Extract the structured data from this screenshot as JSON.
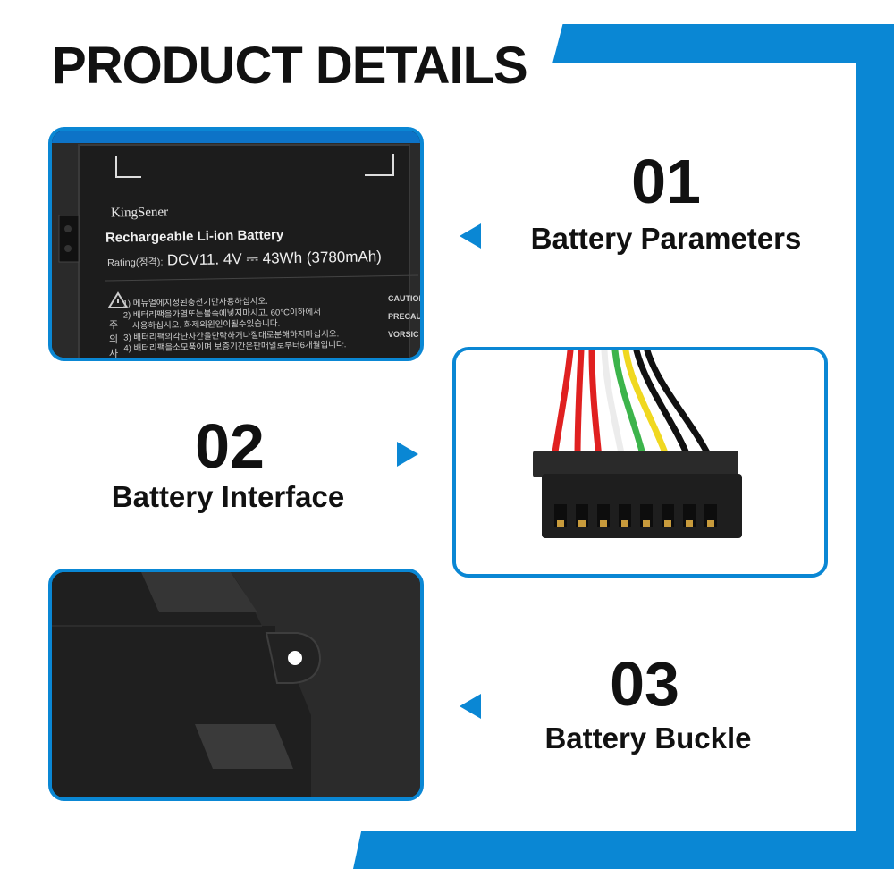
{
  "heading": "PRODUCT DETAILS",
  "accent_color": "#0a87d4",
  "sections": [
    {
      "number": "01",
      "title": "Battery Parameters"
    },
    {
      "number": "02",
      "title": "Battery Interface"
    },
    {
      "number": "03",
      "title": "Battery Buckle"
    }
  ],
  "battery_label": {
    "brand": "KingSener",
    "type": "Rechargeable Li-ion Battery",
    "rating_prefix": "Rating(정격):",
    "rating": "DCV11. 4V ⎓ 43Wh (3780mAh)",
    "caution": [
      "CAUTION",
      "PRECAUT",
      "VORSIC"
    ],
    "korean_lines": [
      "1) 메뉴얼에지정된충전기만사용하십시오.",
      "2) 배터리팩을가열또는불속에넣지마시고, 60°C이하에서",
      "사용하십시오. 화제의원인이될수있습니다.",
      "3) 배터리팩의각단자간을단락하거나절대로분해하지마십시오.",
      "4) 배터리팩을소모품이며 보증기간은판매일로부터6개월입니다."
    ],
    "side_chars": [
      "주",
      "의",
      "사"
    ]
  },
  "icons": {
    "arrow1": "arrow-left-icon",
    "arrow2": "arrow-right-icon",
    "arrow3": "arrow-left-icon",
    "warning": "warning-triangle-icon"
  }
}
